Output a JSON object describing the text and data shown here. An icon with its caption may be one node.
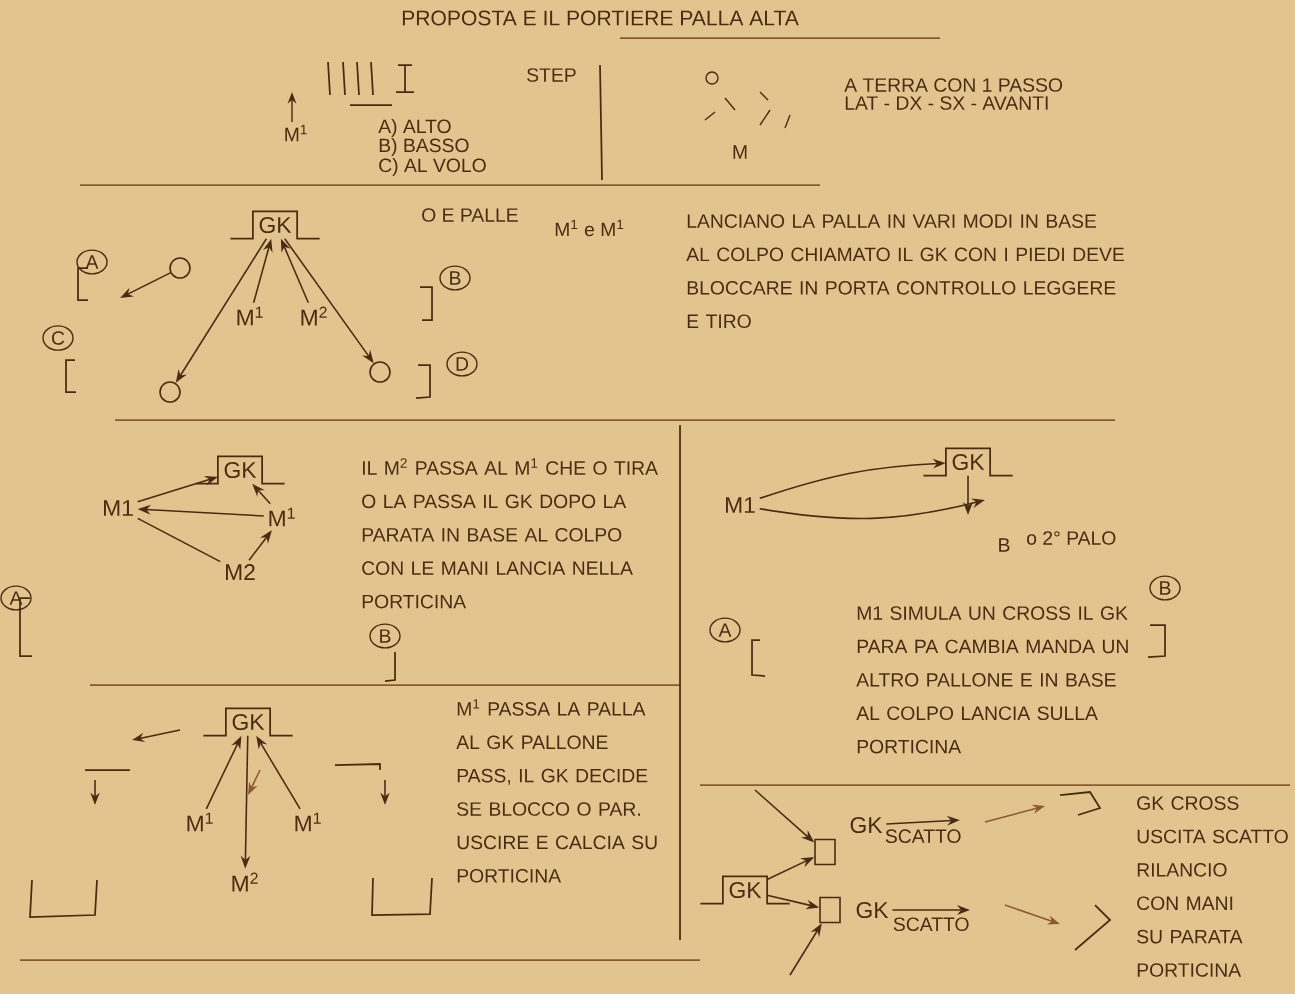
{
  "diagram": {
    "title": "PROPOSTA E IL PORTIERE PALLA ALTA",
    "nodes": [
      {
        "text": [
          "GK"
        ]
      },
      {
        "text": [
          "M$^{1}$"
        ]
      },
      {
        "text": [
          "M$^{2}$"
        ]
      },
      {
        "text": [],
        "shape": "circle"
      },
      {
        "text": [],
        "shape": "circle"
      },
      {
        "text": [],
        "shape": "circle"
      },
      {
        "text": [
          "GK"
        ]
      },
      {
        "text": [
          "M1"
        ]
      },
      {
        "text": [
          "M$^{1}$"
        ]
      },
      {
        "text": [
          "M2"
        ]
      },
      {
        "text": [
          "M1"
        ]
      },
      {
        "text": [
          "GK"
        ]
      },
      {
        "text": [
          "GK"
        ]
      },
      {
        "text": [
          "M$^{1}$"
        ]
      },
      {
        "text": [
          "M$^{1}$"
        ]
      },
      {
        "text": [
          "M$^{2}$"
        ]
      },
      {
        "text": [
          "GK"
        ]
      },
      {
        "text": [],
        "shape": "box"
      },
      {
        "text": [
          "GK"
        ]
      },
      {
        "text": [],
        "shape": "box"
      },
      {
        "text": [
          "GK"
        ]
      }
    ],
    "edges": [
      {
        "from": 1,
        "to": 0,
        "arrow": "to"
      },
      {
        "from": 2,
        "to": 0,
        "arrow": "to"
      },
      {
        "from": 0,
        "to": 4,
        "arrow": "to"
      },
      {
        "from": 0,
        "to": 5,
        "arrow": "to"
      },
      {
        "from": 3,
        "to": null,
        "arrow": "to"
      },
      {
        "from": 7,
        "to": 6,
        "arrow": "to"
      },
      {
        "from": 8,
        "to": 7,
        "arrow": "to"
      },
      {
        "from": 7,
        "to": 9,
        "arrow": "none"
      },
      {
        "from": 9,
        "to": 8,
        "arrow": "to"
      },
      {
        "from": 8,
        "to": 6,
        "arrow": "to"
      },
      {
        "from": 10,
        "to": 11,
        "arrow": "to"
      },
      {
        "from": 10,
        "to": null,
        "arrow": "to"
      },
      {
        "from": 11,
        "to": null,
        "arrow": "to"
      },
      {
        "from": 13,
        "to": 12,
        "arrow": "to"
      },
      {
        "from": 14,
        "to": 12,
        "arrow": "to"
      },
      {
        "from": 12,
        "to": 15,
        "arrow": "to"
      },
      {
        "from": 16,
        "to": 17,
        "arrow": "to"
      },
      {
        "from": 16,
        "to": 19,
        "arrow": "to"
      },
      {
        "from": null,
        "to": 17,
        "arrow": "to"
      },
      {
        "from": null,
        "to": 19,
        "arrow": "to"
      },
      {
        "from": 18,
        "to": null,
        "arrow": "to",
        "label": "SCATTO"
      },
      {
        "from": 20,
        "to": null,
        "arrow": "to",
        "label": "SCATTO"
      }
    ],
    "labels": [
      "STEP",
      "M$^{1}$",
      "A) ALTO",
      "B) BASSO",
      "C) AL VOLO",
      "A TERRA CON 1 PASSO",
      "LAT - DX - SX - AVANTI",
      "M",
      "O E PALLE",
      "M$^{1}$ e M$^{1}$",
      "LANCIANO LA PALLA IN VARI MODI IN BASE AL COLPO CHIAMATO IL GK CON I PIEDI DEVE BLOCCARE IN PORTA CONTROLLO LEGGERE E TIRO",
      "A",
      "B",
      "C",
      "D",
      "IL M$^{2}$ PASSA AL M$^{1}$ CHE O TIRA O LA PASSA IL GK DOPO LA PARATA IN BASE AL COLPO CON LE MANI LANCIA NELLA PORTICINA",
      "B",
      "A",
      "B",
      "o 2° PALO",
      "A",
      "B",
      "M1 SIMULA UN CROSS IL GK PARA PA CAMBIA MANDA UN ALTRO PALLONE E IN BASE AL COLPO LANCIA SULLA PORTICINA",
      "M$^{1}$ PASSA LA PALLA AL GK PALLONE PASS, IL GK DECIDE SE BLOCCO O PAR. USCIRE E CALCIA SU PORTICINA",
      "GK CROSS USCITA SCATTO RILANCIO CON MANI SU PARATA PORTICINA"
    ]
  }
}
